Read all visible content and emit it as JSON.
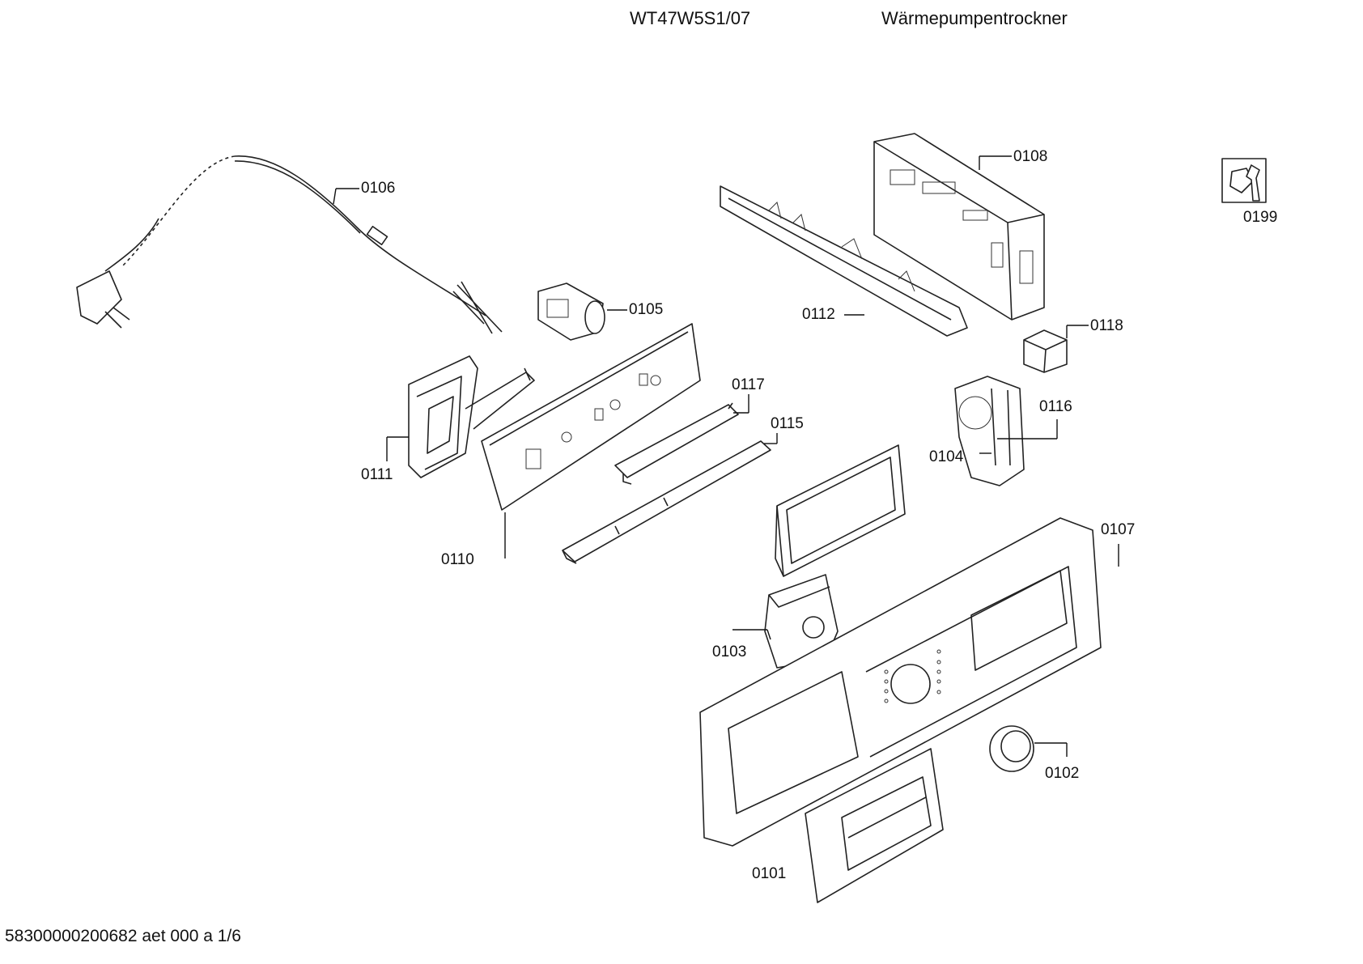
{
  "header": {
    "model": "WT47W5S1/07",
    "description": "Wärmepumpentrockner"
  },
  "footer": {
    "document_id": "58300000200682 aet 000 a 1/6"
  },
  "parts": [
    {
      "id": "p0101",
      "number": "0101"
    },
    {
      "id": "p0102",
      "number": "0102"
    },
    {
      "id": "p0103",
      "number": "0103"
    },
    {
      "id": "p0104",
      "number": "0104"
    },
    {
      "id": "p0105",
      "number": "0105"
    },
    {
      "id": "p0106",
      "number": "0106"
    },
    {
      "id": "p0107",
      "number": "0107"
    },
    {
      "id": "p0108",
      "number": "0108"
    },
    {
      "id": "p0110",
      "number": "0110"
    },
    {
      "id": "p0111",
      "number": "0111"
    },
    {
      "id": "p0112",
      "number": "0112"
    },
    {
      "id": "p0115",
      "number": "0115"
    },
    {
      "id": "p0116",
      "number": "0116"
    },
    {
      "id": "p0117",
      "number": "0117"
    },
    {
      "id": "p0118",
      "number": "0118"
    },
    {
      "id": "p0199",
      "number": "0199"
    }
  ]
}
